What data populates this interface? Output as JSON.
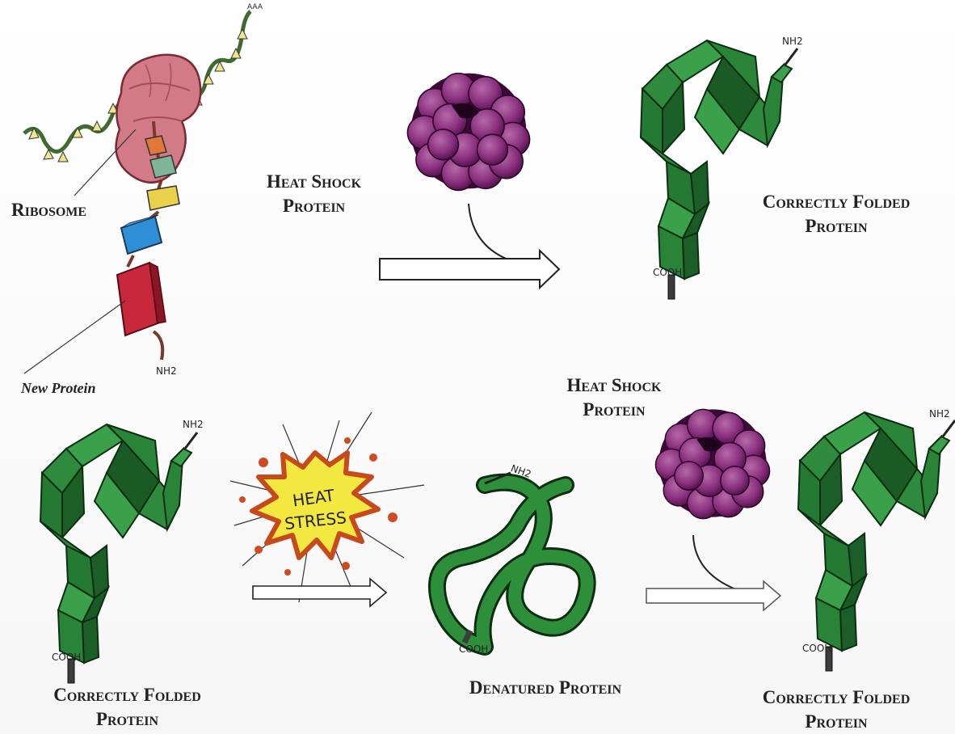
{
  "labels": {
    "ribosome": "Ribosome",
    "new_protein": "New Protein",
    "hsp_top": [
      "Heat Shock",
      "Protein"
    ],
    "folded_top": [
      "Correctly Folded",
      "Protein"
    ],
    "hsp_bottom": [
      "Heat Shock",
      "Protein"
    ],
    "folded_bottom_left": [
      "Correctly Folded",
      "Protein"
    ],
    "denatured": "Denatured Protein",
    "folded_bottom_right": [
      "Correctly Folded",
      "Protein"
    ],
    "heat_stress": [
      "HEAT",
      "STRESS"
    ]
  },
  "termini": {
    "nh2": "NH2",
    "cooh": "COOH",
    "poly_a": "AAA"
  },
  "colors": {
    "ribosome": "#d27b86",
    "hsp": "#8a2f7e",
    "folded_protein": "#2e8f3a",
    "mrna": "#3f6b2f",
    "helix_red": "#c8283c",
    "helix_blue": "#2f8fd6",
    "helix_yellow": "#e9d24a",
    "explosion": "#f2e840"
  }
}
